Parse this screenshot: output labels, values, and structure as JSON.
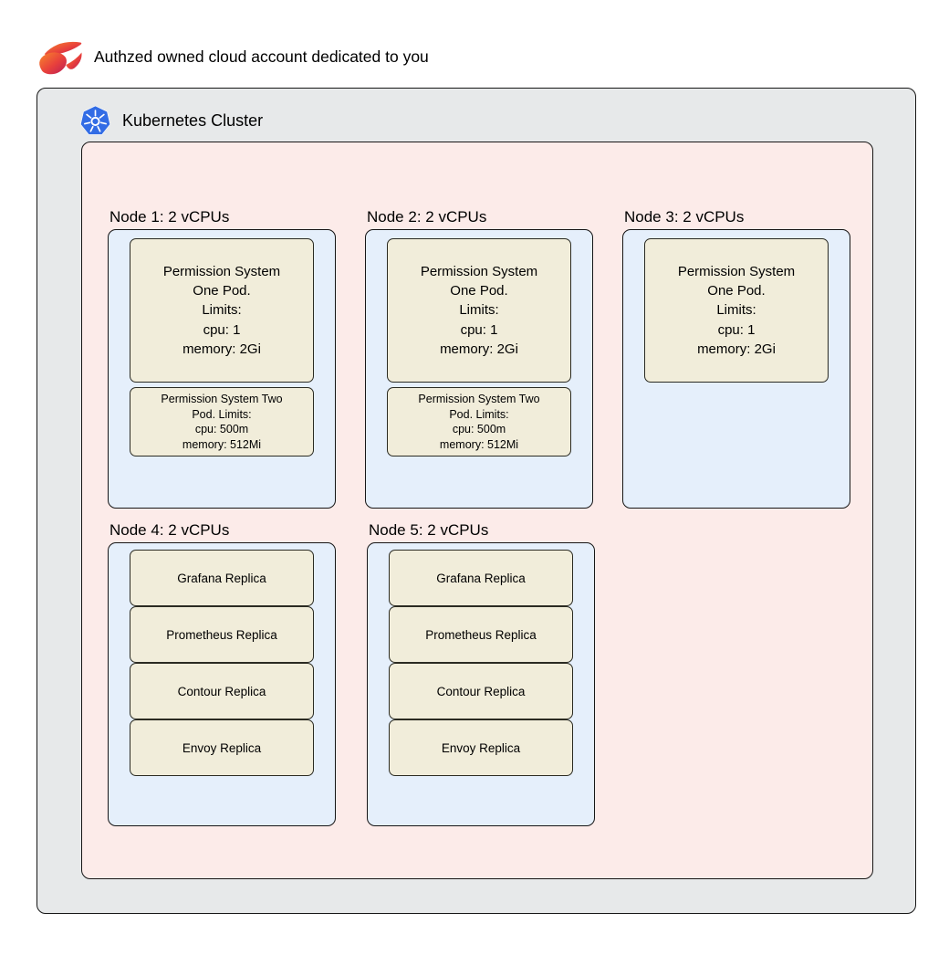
{
  "header": {
    "title": "Authzed owned cloud account dedicated to you",
    "logo_icon": "authzed-logo-icon"
  },
  "cluster": {
    "title": "Kubernetes Cluster",
    "icon": "kubernetes-icon"
  },
  "colors": {
    "cloud_account_bg": "#e7e9ea",
    "cluster_bg": "#fcebe9",
    "node_bg": "#e5effb",
    "pod_bg": "#f1edda",
    "border": "#161616",
    "kubernetes_blue": "#326ce5",
    "authzed_orange": "#f8882b",
    "authzed_crimson": "#b91d56"
  },
  "nodes": [
    {
      "label": "Node 1: 2 vCPUs",
      "pods": [
        {
          "text": "Permission System\nOne Pod.\nLimits:\ncpu: 1\nmemory: 2Gi"
        },
        {
          "text": "Permission System Two\nPod. Limits:\ncpu: 500m\nmemory: 512Mi"
        }
      ]
    },
    {
      "label": "Node 2: 2 vCPUs",
      "pods": [
        {
          "text": "Permission System\nOne Pod.\nLimits:\ncpu: 1\nmemory: 2Gi"
        },
        {
          "text": "Permission System Two\nPod. Limits:\ncpu: 500m\nmemory: 512Mi"
        }
      ]
    },
    {
      "label": "Node 3: 2 vCPUs",
      "pods": [
        {
          "text": "Permission System\nOne Pod.\nLimits:\ncpu: 1\nmemory: 2Gi"
        }
      ]
    },
    {
      "label": "Node 4: 2 vCPUs",
      "pods": [
        {
          "text": "Grafana Replica"
        },
        {
          "text": "Prometheus Replica"
        },
        {
          "text": "Contour Replica"
        },
        {
          "text": "Envoy Replica"
        }
      ]
    },
    {
      "label": "Node 5: 2 vCPUs",
      "pods": [
        {
          "text": "Grafana Replica"
        },
        {
          "text": "Prometheus Replica"
        },
        {
          "text": "Contour Replica"
        },
        {
          "text": "Envoy Replica"
        }
      ]
    }
  ]
}
